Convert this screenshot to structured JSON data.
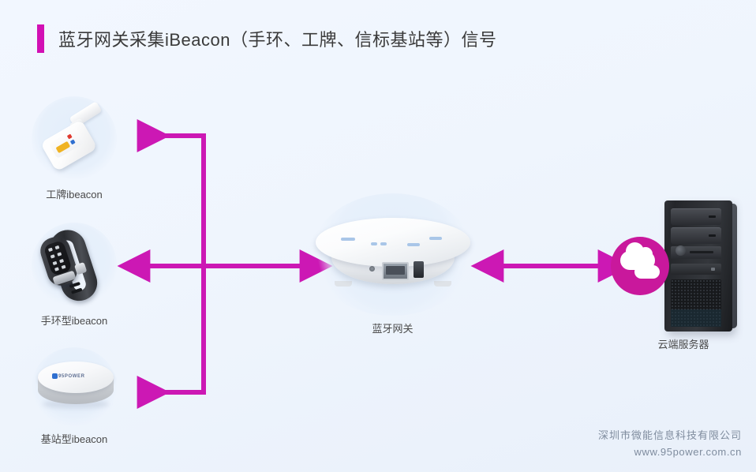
{
  "header": {
    "title": "蓝牙网关采集iBeacon（手环、工牌、信标基站等）信号",
    "accent_color": "#d210b4"
  },
  "diagram": {
    "nodes": [
      {
        "id": "badge-beacon",
        "label": "工牌ibeacon",
        "icon": "badge-beacon-icon"
      },
      {
        "id": "wristband-beacon",
        "label": "手环型ibeacon",
        "icon": "wristband-beacon-icon"
      },
      {
        "id": "station-beacon",
        "label": "基站型ibeacon",
        "icon": "puck-beacon-icon"
      },
      {
        "id": "gateway",
        "label": "蓝牙网关",
        "icon": "bluetooth-gateway-icon"
      },
      {
        "id": "cloud-server",
        "label": "云端服务器",
        "icon": "server-tower-icon"
      }
    ],
    "connector_color": "#cc18b4",
    "connections": [
      {
        "from": "gateway",
        "to": "badge-beacon",
        "direction": "single"
      },
      {
        "from": "gateway",
        "to": "wristband-beacon",
        "direction": "double"
      },
      {
        "from": "gateway",
        "to": "station-beacon",
        "direction": "single"
      },
      {
        "from": "gateway",
        "to": "cloud-server",
        "direction": "double"
      }
    ],
    "cloud_badge": {
      "icon": "cloud-icon",
      "color": "#c9189c"
    },
    "puck_logo": "95POWER"
  },
  "footer": {
    "company": "深圳市微能信息科技有限公司",
    "website": "www.95power.com.cn"
  }
}
